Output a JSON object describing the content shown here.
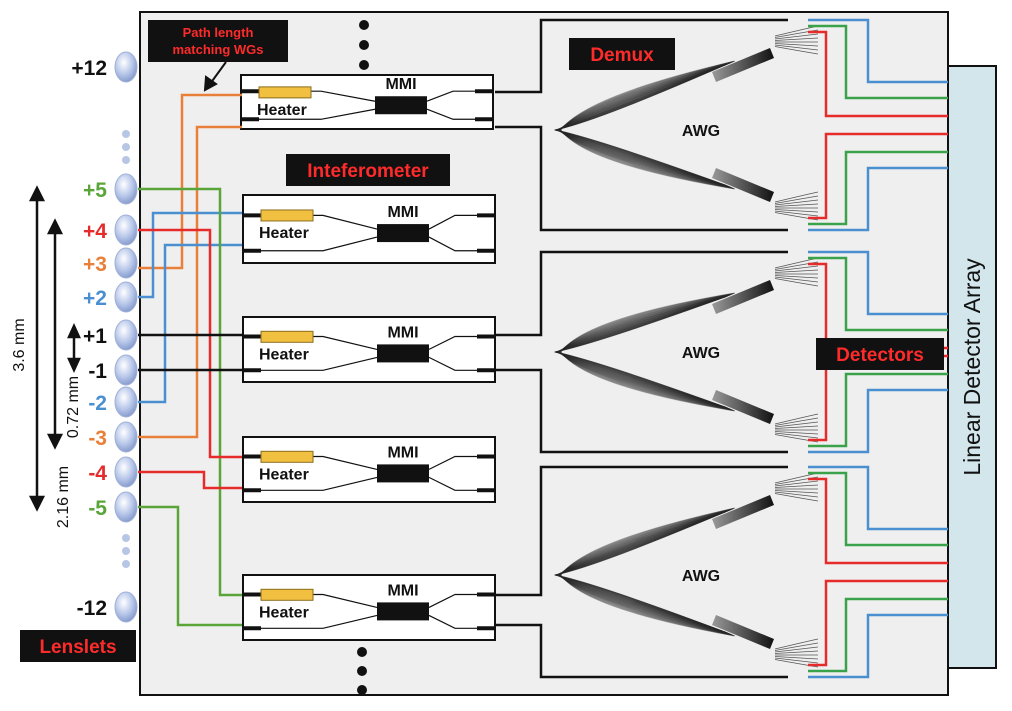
{
  "labels": {
    "path_note_line1": "Path length",
    "path_note_line2": "matching WGs",
    "demux": "Demux",
    "interferometer": "Inteferometer",
    "detectors": "Detectors",
    "lenslets": "Lenslets",
    "detector_array": "Linear Detector Array",
    "heater": "Heater",
    "mmi": "MMI",
    "awg": "AWG",
    "dim_outer": "3.6 mm",
    "dim_middle": "2.16 mm",
    "dim_inner": "0.72 mm"
  },
  "lenses": [
    {
      "label": "+12",
      "color": "#111111"
    },
    {
      "label": "+5",
      "color": "#5aa53a"
    },
    {
      "label": "+4",
      "color": "#e62b2b"
    },
    {
      "label": "+3",
      "color": "#e8803a"
    },
    {
      "label": "+2",
      "color": "#4a8fd0"
    },
    {
      "label": "+1",
      "color": "#111111"
    },
    {
      "label": "-1",
      "color": "#111111"
    },
    {
      "label": "-2",
      "color": "#4a8fd0"
    },
    {
      "label": "-3",
      "color": "#e8803a"
    },
    {
      "label": "-4",
      "color": "#e62b2b"
    },
    {
      "label": "-5",
      "color": "#5aa53a"
    },
    {
      "label": "-12",
      "color": "#111111"
    }
  ],
  "colors": {
    "panel": "#f0efef",
    "detector_bar": "#d2e6ec",
    "heater": "#f2c040",
    "tag_bg": "#111111",
    "tag_text": "#ff2b2b",
    "wire_red": "#e62b2b",
    "wire_green": "#3aa24a",
    "wire_blue": "#4a8fd0",
    "wire_orange": "#e8803a",
    "wire_green_light": "#5aa53a"
  }
}
